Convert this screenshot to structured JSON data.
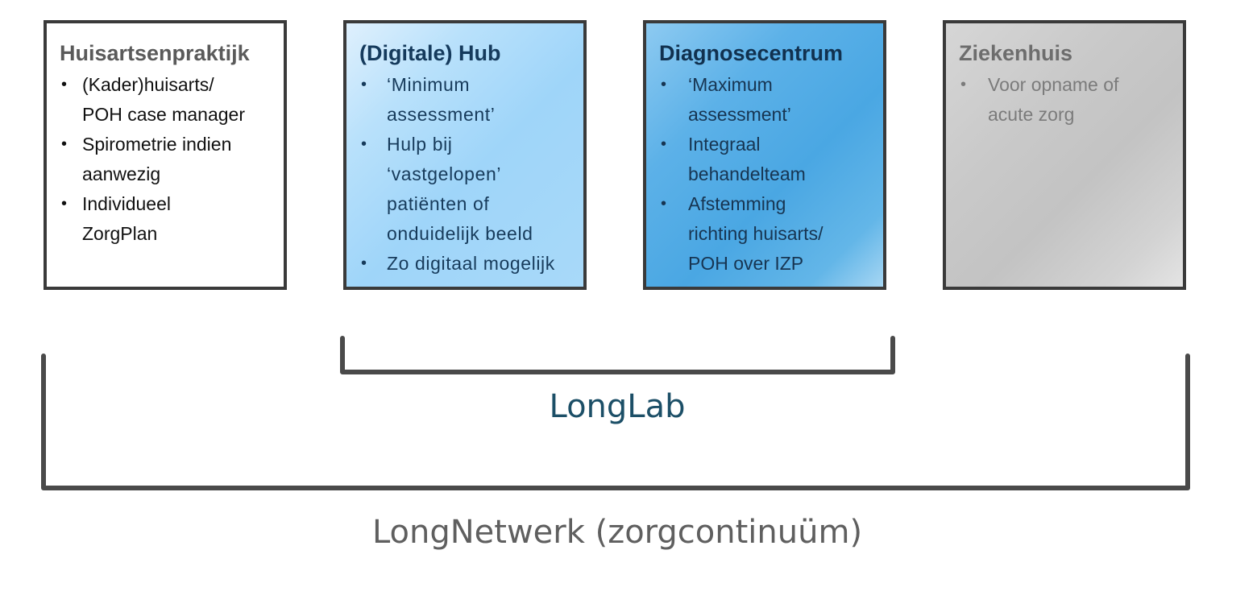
{
  "boxes": [
    {
      "title": "Huisartsenpraktijk",
      "items": [
        "(Kader)huisarts/\nPOH case manager",
        "Spirometrie indien\naanwezig",
        "Individueel\nZorgPlan"
      ]
    },
    {
      "title": "(Digitale) Hub",
      "items": [
        "‘Minimum\nassessment’",
        "Hulp bij\n‘vastgelopen’\npatiënten of\nonduidelijk beeld",
        "Zo digitaal mogelijk"
      ]
    },
    {
      "title": "Diagnosecentrum",
      "items": [
        "‘Maximum\nassessment’",
        "Integraal\nbehandelteam",
        "Afstemming\nrichting huisarts/\nPOH over IZP"
      ]
    },
    {
      "title": "Ziekenhuis",
      "items": [
        "Voor opname of\nacute zorg"
      ]
    }
  ],
  "labels": {
    "inner_bracket": "LongLab",
    "outer_bracket": "LongNetwerk (zorgcontinuüm)"
  },
  "colors": {
    "box_border": "#3a3a3a",
    "hub_fill": "#a6d9f9",
    "diagnosecentrum_fill": "#4ea9e4",
    "ziekenhuis_fill": "#c8c8c8",
    "bracket": "#4a4a4a",
    "longlab_text": "#1c4f67",
    "longnetwerk_text": "#5f5f5f"
  }
}
